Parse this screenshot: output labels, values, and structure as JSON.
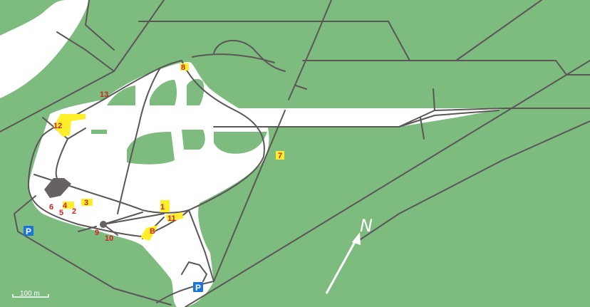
{
  "map": {
    "colors": {
      "grass": "#7dbb7e",
      "paved": "#ffffff",
      "road": "#5b5757",
      "building": "#666262",
      "highlight": "#ffef2a",
      "label": "#d42020",
      "parking": "#1b74d9"
    },
    "markers": [
      {
        "id": "1",
        "label": "1"
      },
      {
        "id": "2",
        "label": "2"
      },
      {
        "id": "3",
        "label": "3"
      },
      {
        "id": "4",
        "label": "4"
      },
      {
        "id": "5",
        "label": "5"
      },
      {
        "id": "6",
        "label": "6"
      },
      {
        "id": "7",
        "label": "7"
      },
      {
        "id": "8",
        "label": "8"
      },
      {
        "id": "9",
        "label": "9"
      },
      {
        "id": "10",
        "label": "10"
      },
      {
        "id": "11",
        "label": "11"
      },
      {
        "id": "12",
        "label": "12"
      },
      {
        "id": "13",
        "label": "13"
      },
      {
        "id": "B",
        "label": "B"
      }
    ],
    "parking": [
      {
        "id": "west",
        "label": "P",
        "icon": "parking-icon"
      },
      {
        "id": "south",
        "label": "P",
        "icon": "parking-icon"
      }
    ],
    "scale_bar": {
      "label": "100 m"
    },
    "north_arrow": {
      "label": "N",
      "icon": "north-arrow-icon"
    }
  }
}
